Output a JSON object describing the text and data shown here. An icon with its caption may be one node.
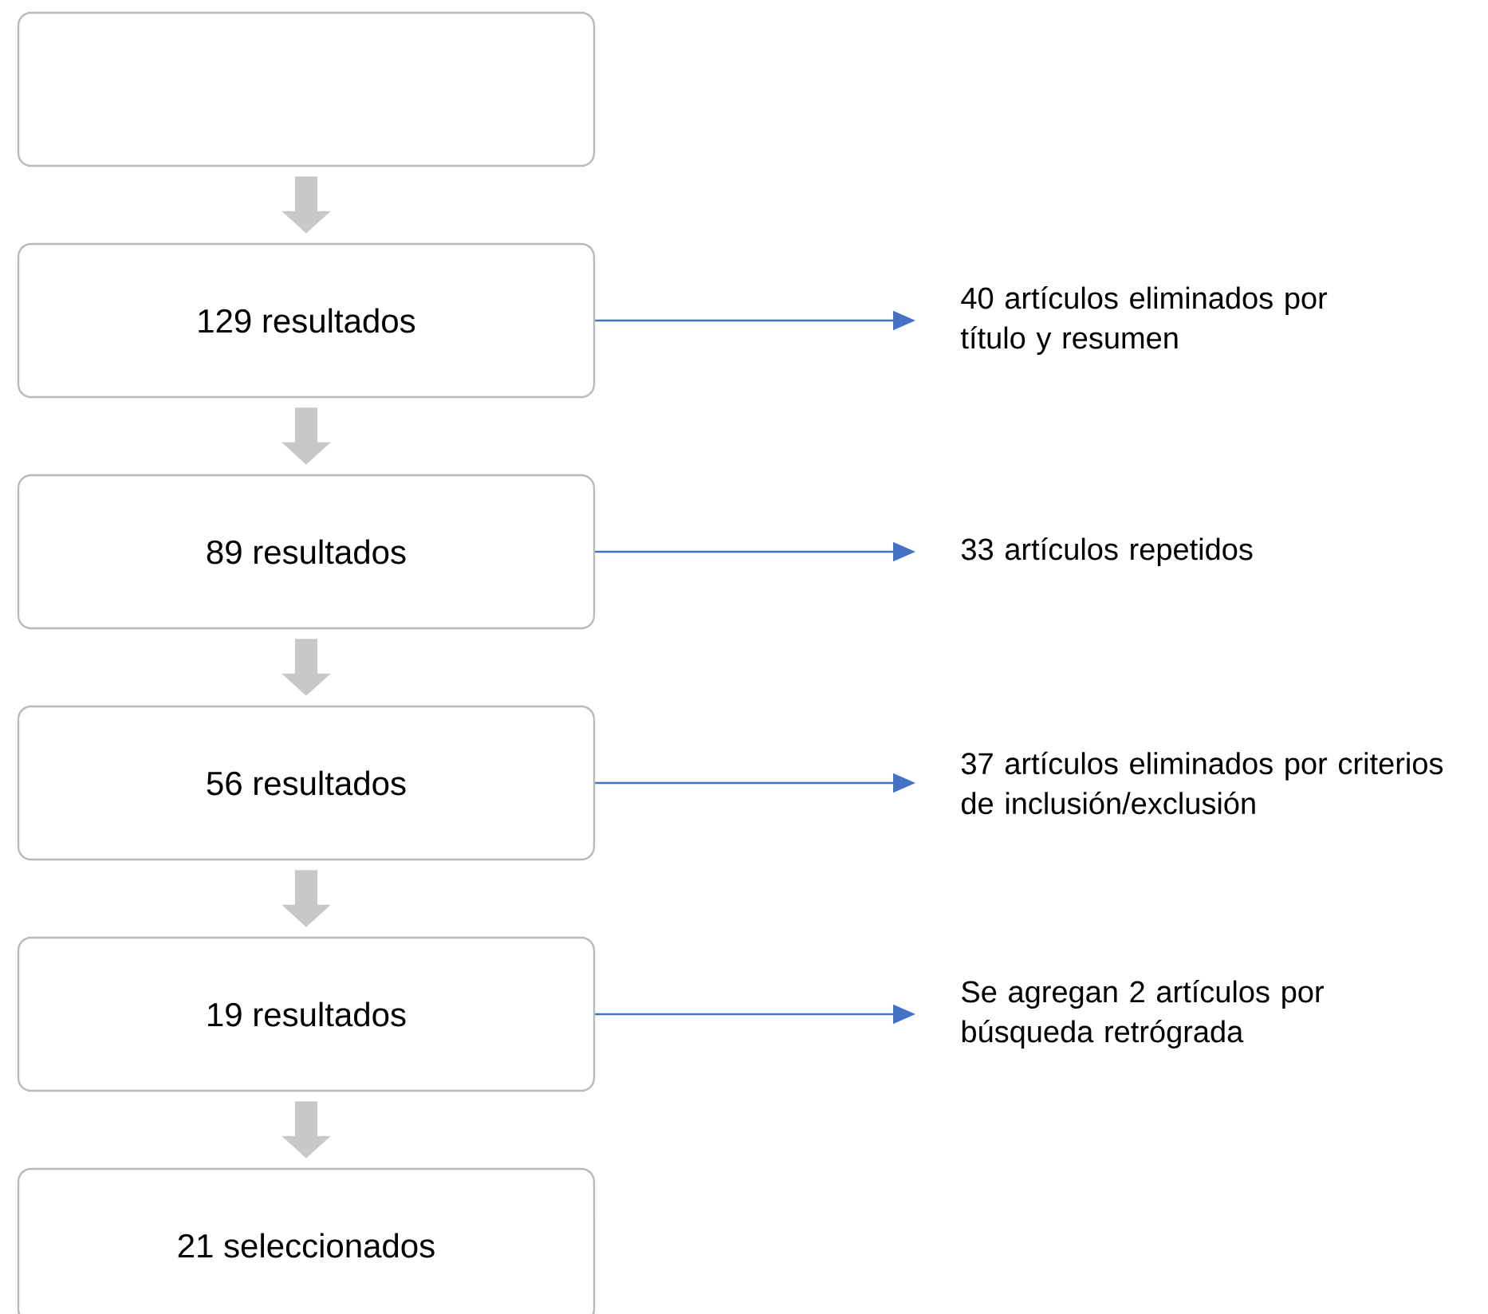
{
  "diagram": {
    "nodes": [
      {
        "text": [],
        "shape": "box"
      },
      {
        "text": [
          "129 resultados"
        ]
      },
      {
        "text": [
          "40 artículos eliminados por título y resumen"
        ]
      },
      {
        "text": [
          "89 resultados"
        ]
      },
      {
        "text": [
          "33 artículos repetidos"
        ]
      },
      {
        "text": [
          "56 resultados"
        ]
      },
      {
        "text": [
          "37 artículos eliminados por criterios de inclusión/exclusión"
        ]
      },
      {
        "text": [
          "19 resultados"
        ]
      },
      {
        "text": [
          "Se agregan 2 artículos por búsqueda retrógrada"
        ]
      },
      {
        "text": [
          "21 seleccionados"
        ]
      }
    ],
    "edges": [
      {
        "from": 0,
        "to": 1,
        "arrow": "to"
      },
      {
        "from": 1,
        "to": 2,
        "arrow": "to",
        "color": "#4472c4"
      },
      {
        "from": 1,
        "to": 3,
        "arrow": "to"
      },
      {
        "from": 3,
        "to": 4,
        "arrow": "to",
        "color": "#4472c4"
      },
      {
        "from": 3,
        "to": 5,
        "arrow": "to"
      },
      {
        "from": 5,
        "to": 6,
        "arrow": "to",
        "color": "#4472c4"
      },
      {
        "from": 5,
        "to": 7,
        "arrow": "to"
      },
      {
        "from": 7,
        "to": 8,
        "arrow": "to",
        "color": "#4472c4"
      },
      {
        "from": 7,
        "to": 9,
        "arrow": "to"
      }
    ]
  }
}
